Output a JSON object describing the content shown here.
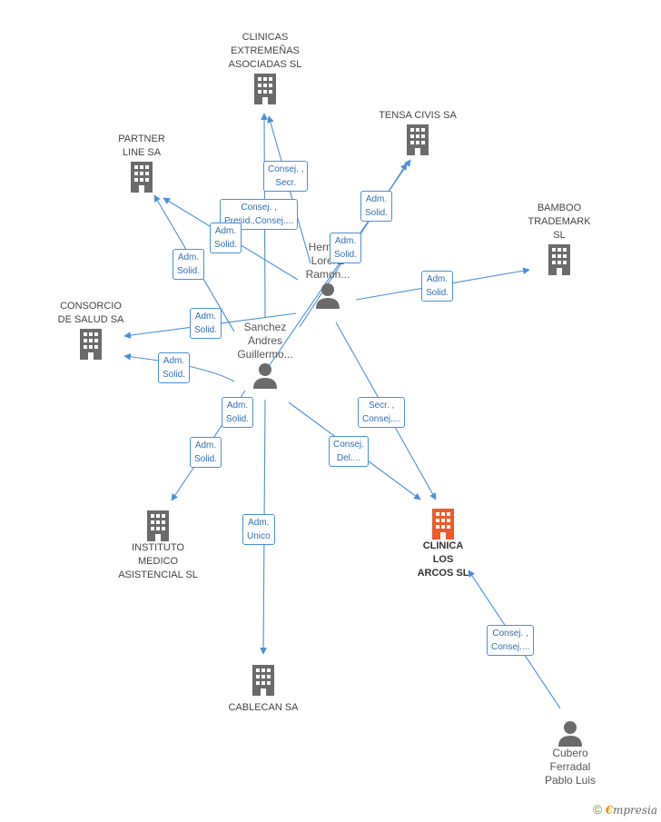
{
  "colors": {
    "edge": "#4a90d9",
    "building": "#6b6b6b",
    "building_main": "#f05a28",
    "person": "#6b6b6b"
  },
  "nodes": {
    "clinicas_extremenas": "CLINICAS\nEXTREMEÑAS\nASOCIADAS SL",
    "tensa_civis": "TENSA CIVIS SA",
    "partner_line": "PARTNER\nLINE SA",
    "bamboo": "BAMBOO\nTRADEMARK\nSL",
    "consorcio": "CONSORCIO\nDE SALUD SA",
    "instituto": "INSTITUTO\nMEDICO\nASISTENCIAL SL",
    "clinica_los_arcos": "CLINICA\nLOS\nARCOS SL",
    "cablecan": "CABLECAN SA",
    "hernandez": "Herna...\nLorenz\nRamon...",
    "sanchez": "Sanchez\nAndres\nGuillermo...",
    "cubero": "Cubero\nFerradal\nPablo Luis"
  },
  "edge_labels": {
    "e1": "Consej. ,\nSecr.",
    "e2": "Consej. ,\nPresid.,Consej....",
    "e3": "Adm.\nSolid.",
    "e4": "Adm.\nSolid.",
    "e5": "Adm.\nSolid.",
    "e6": "Adm.\nSolid.",
    "e7": "Adm.\nSolid.",
    "e8": "Adm.\nSolid.",
    "e9": "Adm.\nSolid.",
    "e10": "Adm.\nSolid.",
    "e11": "Adm.\nSolid.",
    "e12": "Secr. ,\nConsej....",
    "e13": "Consej.\nDel....",
    "e14": "Adm.\nUnico",
    "e15": "Consej. ,\nConsej...."
  },
  "footer": {
    "copyright": "©",
    "brand_first": "€",
    "brand_rest": "mpresia"
  }
}
